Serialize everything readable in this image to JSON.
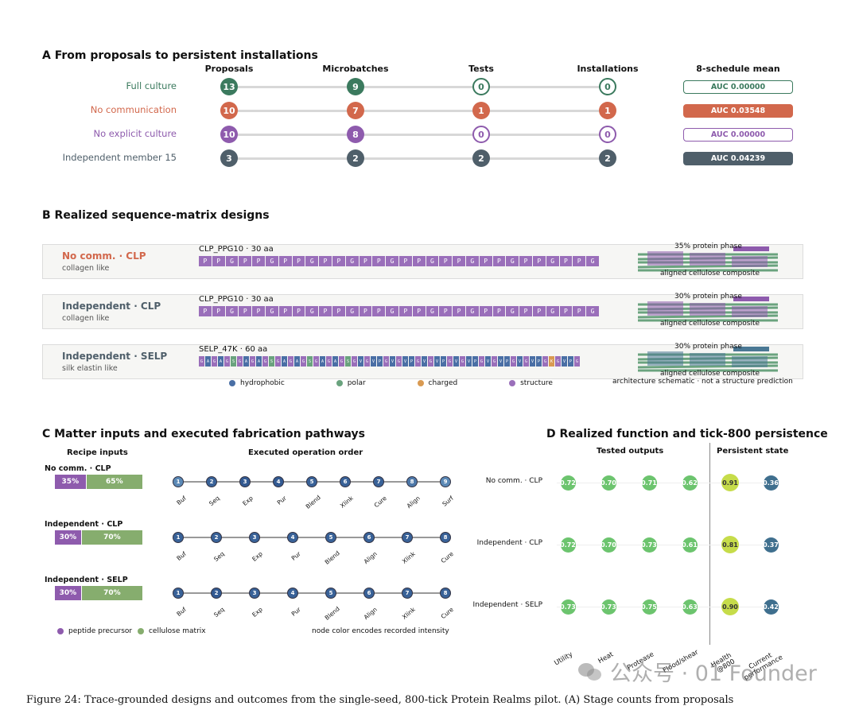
{
  "panelA": {
    "title": "A  From proposals to persistent installations",
    "columns": [
      "Proposals",
      "Microbatches",
      "Tests",
      "Installations",
      "8-schedule mean"
    ],
    "rows": [
      {
        "label": "Full culture",
        "color": "#3b7a5e",
        "values": [
          "13",
          "9",
          "0",
          "0"
        ],
        "hollow": [
          false,
          false,
          true,
          true
        ],
        "auc": "AUC 0.00000",
        "auc_filled": false
      },
      {
        "label": "No communication",
        "color": "#d2684c",
        "values": [
          "10",
          "7",
          "1",
          "1"
        ],
        "hollow": [
          false,
          false,
          false,
          false
        ],
        "auc": "AUC 0.03548",
        "auc_filled": true
      },
      {
        "label": "No explicit culture",
        "color": "#8e5bad",
        "values": [
          "10",
          "8",
          "0",
          "0"
        ],
        "hollow": [
          false,
          false,
          true,
          true
        ],
        "auc": "AUC 0.00000",
        "auc_filled": false
      },
      {
        "label": "Independent member 15",
        "color": "#4f5f6a",
        "values": [
          "3",
          "2",
          "2",
          "2"
        ],
        "hollow": [
          false,
          false,
          false,
          false
        ],
        "auc": "AUC 0.04239",
        "auc_filled": true
      }
    ]
  },
  "panelB": {
    "title": "B  Realized sequence-matrix designs",
    "cards": [
      {
        "name": "No comm. · CLP",
        "name_color": "#d2684c",
        "sub": "collagen like",
        "seq_label": "CLP_PPG10 · 30 aa",
        "sequence": "PPGPPGPPGPPGPPGPPGPPGPPGPPGPPG",
        "protein_phase": "35% protein phase",
        "composite": "aligned cellulose composite",
        "phase_color": "#8e5bad"
      },
      {
        "name": "Independent · CLP",
        "name_color": "#4f5f6a",
        "sub": "collagen like",
        "seq_label": "CLP_PPG10 · 30 aa",
        "sequence": "PPGPPGPPGPPGPPGPPGPPGPPGPPGPPG",
        "protein_phase": "30% protein phase",
        "composite": "aligned cellulose composite",
        "phase_color": "#8e5bad"
      },
      {
        "name": "Independent · SELP",
        "name_color": "#4f5f6a",
        "sub": "silk elastin like",
        "seq_label": "SELP_47K · 60 aa",
        "sequence": "GAGAGSGAGAGSGAGAGSGAGAGSGVGVPGVGVPGVGVPGVGVPGVGVPGVGVPGKGVPG",
        "protein_phase": "30% protein phase",
        "composite": "aligned cellulose composite",
        "phase_color": "#4a7894"
      }
    ],
    "legend": [
      {
        "label": "hydrophobic",
        "color": "#4a6fa5"
      },
      {
        "label": "polar",
        "color": "#6aa37e"
      },
      {
        "label": "charged",
        "color": "#d99a52"
      },
      {
        "label": "structure",
        "color": "#9a6fba"
      }
    ],
    "note": "architecture schematic · not a structure prediction"
  },
  "panelC": {
    "title": "C  Matter inputs and executed fabrication pathways",
    "recipe_header": "Recipe inputs",
    "order_header": "Executed operation order",
    "rows": [
      {
        "label": "No comm. · CLP",
        "peptide": "35%",
        "cellulose": "65%",
        "peptide_frac": 0.35,
        "steps": [
          "Buf",
          "Seq",
          "Exp",
          "Pur",
          "Blend",
          "Xlink",
          "Cure",
          "Align",
          "Surf"
        ],
        "intensity": [
          0.3,
          0.8,
          0.9,
          0.9,
          0.8,
          0.8,
          0.8,
          0.5,
          0.3
        ]
      },
      {
        "label": "Independent · CLP",
        "peptide": "30%",
        "cellulose": "70%",
        "peptide_frac": 0.3,
        "steps": [
          "Buf",
          "Seq",
          "Exp",
          "Pur",
          "Blend",
          "Align",
          "Xlink",
          "Cure"
        ],
        "intensity": [
          0.8,
          0.8,
          0.8,
          0.8,
          0.8,
          0.8,
          0.8,
          0.8
        ]
      },
      {
        "label": "Independent · SELP",
        "peptide": "30%",
        "cellulose": "70%",
        "peptide_frac": 0.3,
        "steps": [
          "Buf",
          "Seq",
          "Exp",
          "Pur",
          "Blend",
          "Align",
          "Xlink",
          "Cure"
        ],
        "intensity": [
          0.8,
          0.9,
          0.8,
          0.8,
          0.8,
          0.8,
          0.8,
          0.8
        ]
      }
    ],
    "legend": [
      {
        "label": "peptide precursor",
        "color": "#8e5bad"
      },
      {
        "label": "cellulose matrix",
        "color": "#86ad6e"
      }
    ],
    "note": "node color encodes recorded intensity"
  },
  "panelD": {
    "title": "D  Realized function and tick-800 persistence",
    "tested_header": "Tested outputs",
    "persistent_header": "Persistent state",
    "columns": [
      "Utility",
      "Heat",
      "Protease",
      "Flood/shear",
      "Health @800",
      "Current performance"
    ],
    "rows": [
      {
        "label": "No comm. · CLP",
        "values": [
          "0.72",
          "0.70",
          "0.71",
          "0.62",
          "0.91",
          "0.36"
        ]
      },
      {
        "label": "Independent · CLP",
        "values": [
          "0.72",
          "0.70",
          "0.73",
          "0.61",
          "0.81",
          "0.37"
        ]
      },
      {
        "label": "Independent · SELP",
        "values": [
          "0.73",
          "0.73",
          "0.75",
          "0.63",
          "0.90",
          "0.42"
        ]
      }
    ]
  },
  "caption": "Figure 24: Trace-grounded designs and outcomes from the single-seed, 800-tick Protein Realms pilot. (A) Stage counts from proposals",
  "watermark": "公众号 · 01 Founder"
}
